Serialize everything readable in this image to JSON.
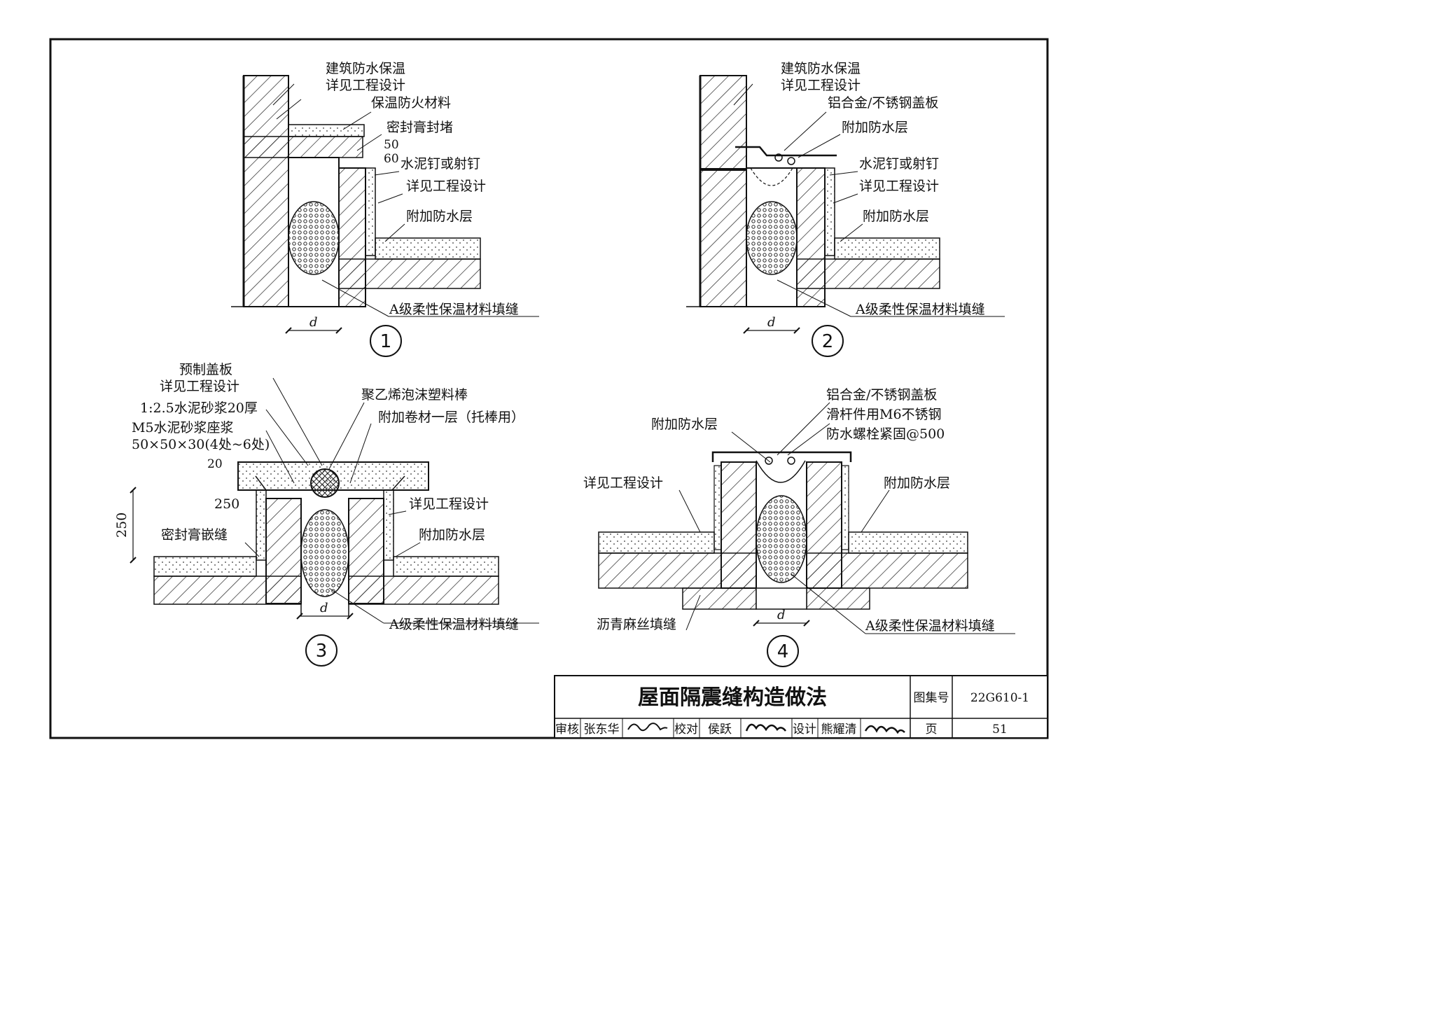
{
  "detail1": {
    "label_1": "建筑防水保温",
    "label_2": "详见工程设计",
    "label_3": "保温防火材料",
    "label_4": "密封膏封堵",
    "label_5": "水泥钉或射钉",
    "label_6": "详见工程设计",
    "label_7": "附加防水层",
    "label_8": "A级柔性保温材料填缝",
    "dim_50": "50",
    "dim_60": "60",
    "dim_d": "d",
    "number": "1"
  },
  "detail2": {
    "label_1": "建筑防水保温",
    "label_2": "详见工程设计",
    "label_3": "铝合金/不锈钢盖板",
    "label_4": "附加防水层",
    "label_5": "水泥钉或射钉",
    "label_6": "详见工程设计",
    "label_7": "附加防水层",
    "label_8": "A级柔性保温材料填缝",
    "dim_d": "d",
    "number": "2"
  },
  "detail3": {
    "label_1": "预制盖板",
    "label_2": "详见工程设计",
    "label_3": "1:2.5水泥砂浆20厚",
    "label_4": "M5水泥砂浆座浆",
    "label_5": "50×50×30(4处~6处)",
    "label_6": "聚乙烯泡沫塑料棒",
    "label_7": "附加卷材一层（托棒用）",
    "label_8": "详见工程设计",
    "label_9": "附加防水层",
    "label_10": "密封膏嵌缝",
    "label_11": "A级柔性保温材料填缝",
    "dim_20": "20",
    "dim_250a": "250",
    "dim_250b": "250",
    "dim_d": "d",
    "number": "3"
  },
  "detail4": {
    "label_1": "铝合金/不锈钢盖板",
    "label_2": "滑杆件用M6不锈钢",
    "label_3": "防水螺栓紧固@500",
    "label_4": "附加防水层",
    "label_5": "详见工程设计",
    "label_6": "附加防水层",
    "label_7": "沥青麻丝填缝",
    "label_8": "A级柔性保温材料填缝",
    "dim_d": "d",
    "number": "4"
  },
  "title_block": {
    "title": "屋面隔震缝构造做法",
    "atlas_label": "图集号",
    "atlas_no": "22G610-1",
    "review_label": "审核",
    "reviewer": "张东华",
    "check_label": "校对",
    "checker": "侯跃",
    "design_label": "设计",
    "designer": "熊耀清",
    "page_label": "页",
    "page_no": "51"
  }
}
